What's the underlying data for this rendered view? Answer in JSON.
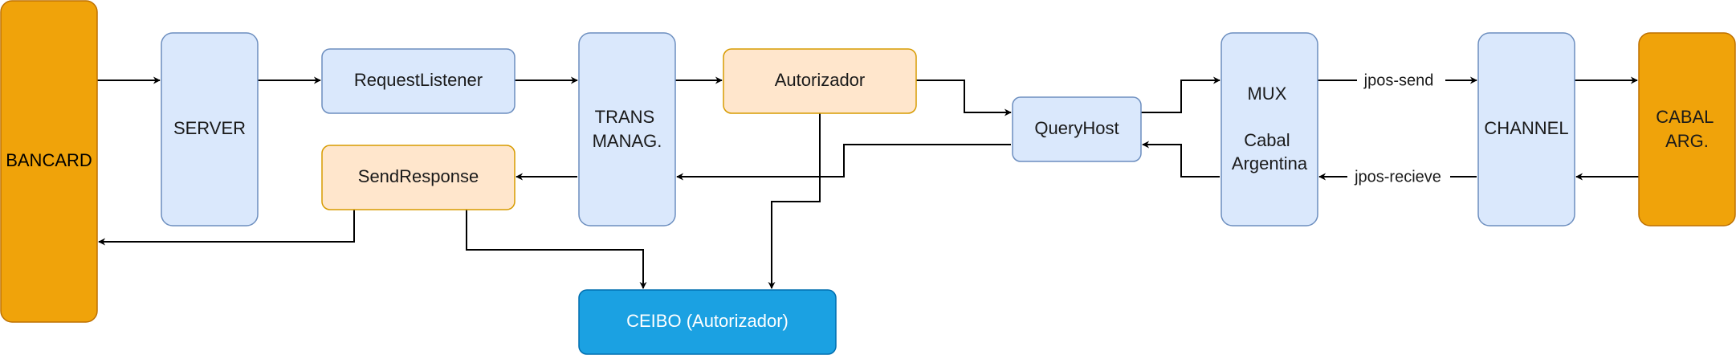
{
  "colors": {
    "blue_fill": "#dae8fc",
    "blue_stroke": "#6c8ebf",
    "orange_fill": "#ffe6cc",
    "orange_stroke": "#d79b00",
    "strong_orange_fill": "#f0a30a",
    "strong_orange_stroke": "#bd7000",
    "ceibo_fill": "#1ba1e2",
    "ceibo_stroke": "#006eaf",
    "ceibo_text": "#ffffff",
    "text": "#1a1a1a",
    "edge": "#000000"
  },
  "nodes": {
    "bancard": {
      "lines": [
        "BANCARD"
      ]
    },
    "server": {
      "lines": [
        "SERVER"
      ]
    },
    "request_listener": {
      "lines": [
        "RequestListener"
      ]
    },
    "trans_manag": {
      "lines": [
        "TRANS",
        "MANAG."
      ]
    },
    "autorizador": {
      "lines": [
        "Autorizador"
      ]
    },
    "send_response": {
      "lines": [
        "SendResponse"
      ]
    },
    "ceibo": {
      "lines": [
        "CEIBO (Autorizador)"
      ]
    },
    "query_host": {
      "lines": [
        "QueryHost"
      ]
    },
    "mux": {
      "lines": [
        "MUX",
        "",
        "Cabal",
        "Argentina"
      ]
    },
    "channel": {
      "lines": [
        "CHANNEL"
      ]
    },
    "cabal_arg": {
      "lines": [
        "CABAL",
        "ARG."
      ]
    }
  },
  "edges": {
    "jpos_send": "jpos-send",
    "jpos_recieve": "jpos-recieve"
  }
}
